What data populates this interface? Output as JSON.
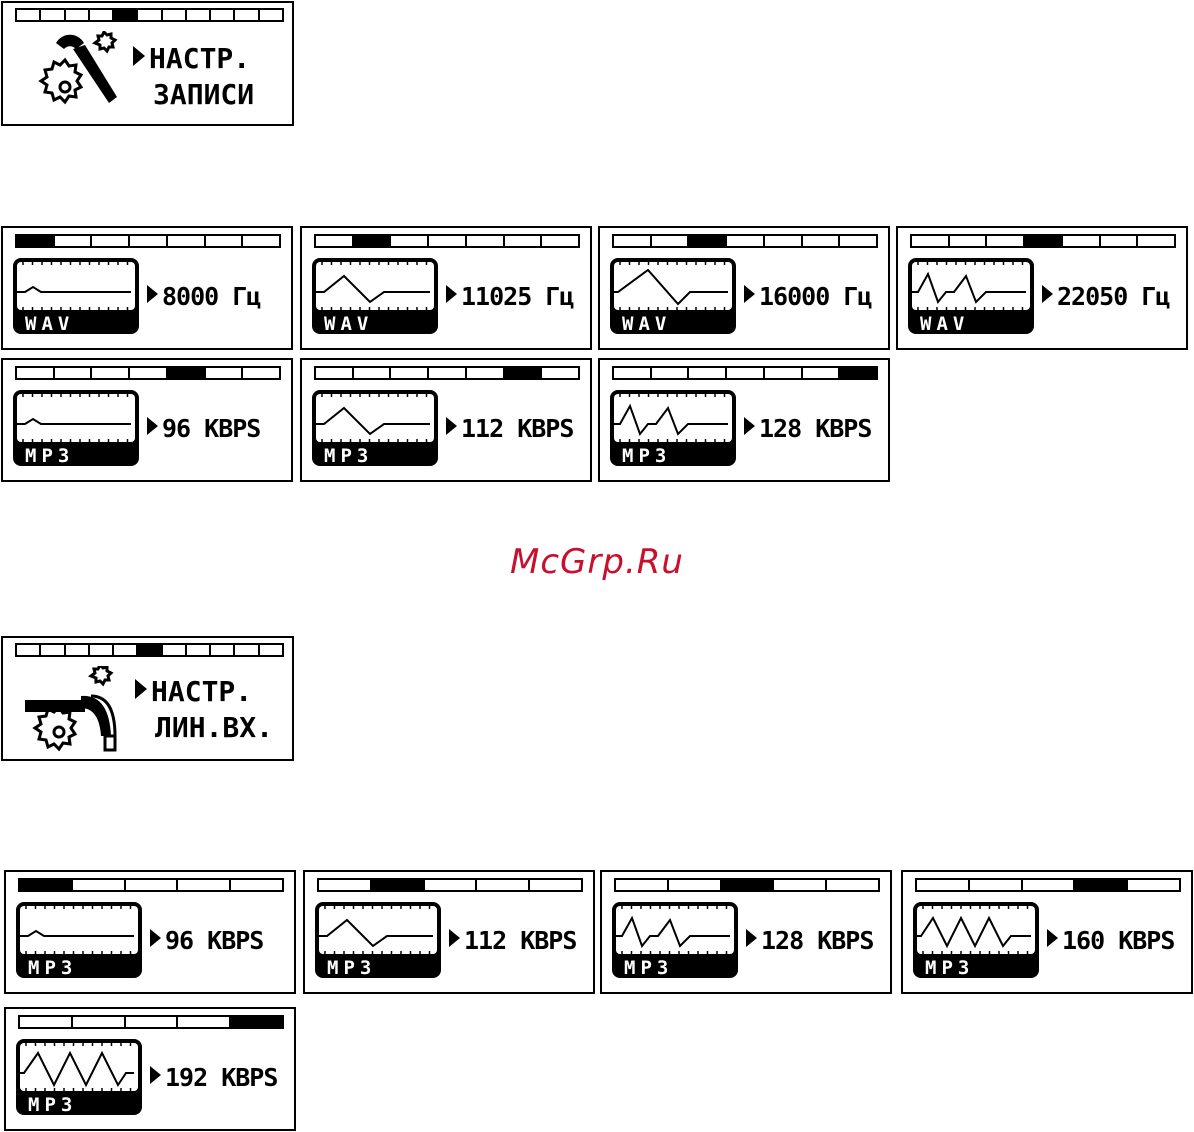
{
  "menus": [
    {
      "id": "rec",
      "line1": "НАСТР.",
      "line2": "ЗАПИСИ",
      "segments": 11,
      "active": 4,
      "icon": "wrench-gear-icon"
    },
    {
      "id": "line",
      "line1": "НАСТР.",
      "line2": "ЛИН.ВХ.",
      "segments": 11,
      "active": 5,
      "icon": "cable-gear-icon"
    }
  ],
  "recording": [
    {
      "value": "8000 Гц",
      "format": "WAV",
      "segments": 7,
      "active": 0,
      "wave": 1
    },
    {
      "value": "11025 Гц",
      "format": "WAV",
      "segments": 7,
      "active": 1,
      "wave": 2
    },
    {
      "value": "16000 Гц",
      "format": "WAV",
      "segments": 7,
      "active": 2,
      "wave": 3
    },
    {
      "value": "22050 Гц",
      "format": "WAV",
      "segments": 7,
      "active": 3,
      "wave": 4
    },
    {
      "value": "96 KBPS",
      "format": "MP3",
      "segments": 7,
      "active": 4,
      "wave": 1
    },
    {
      "value": "112 KBPS",
      "format": "MP3",
      "segments": 7,
      "active": 5,
      "wave": 2
    },
    {
      "value": "128 KBPS",
      "format": "MP3",
      "segments": 7,
      "active": 6,
      "wave": 4
    }
  ],
  "linein": [
    {
      "value": "96 KBPS",
      "format": "MP3",
      "segments": 5,
      "active": 0,
      "wave": 1
    },
    {
      "value": "112 KBPS",
      "format": "MP3",
      "segments": 5,
      "active": 1,
      "wave": 2
    },
    {
      "value": "128 KBPS",
      "format": "MP3",
      "segments": 5,
      "active": 2,
      "wave": 4
    },
    {
      "value": "160 KBPS",
      "format": "MP3",
      "segments": 5,
      "active": 3,
      "wave": 5
    },
    {
      "value": "192 KBPS",
      "format": "MP3",
      "segments": 5,
      "active": 4,
      "wave": 6
    }
  ],
  "watermark": "McGrp.Ru"
}
